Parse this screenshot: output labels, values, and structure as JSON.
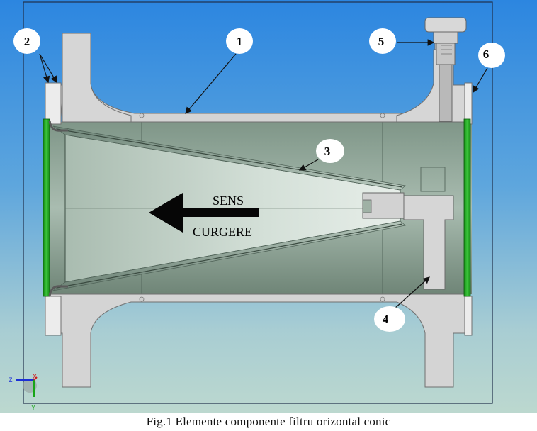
{
  "caption": "Fig.1 Elemente componente filtru orizontal conic",
  "flow_label": {
    "line1": "SENS",
    "line2": "CURGERE"
  },
  "callouts": [
    {
      "id": "callout-1",
      "number": "1"
    },
    {
      "id": "callout-2",
      "number": "2"
    },
    {
      "id": "callout-3",
      "number": "3"
    },
    {
      "id": "callout-4",
      "number": "4"
    },
    {
      "id": "callout-5",
      "number": "5"
    },
    {
      "id": "callout-6",
      "number": "6"
    }
  ],
  "axis_triad": {
    "z": "Z",
    "x": "X",
    "y": "Y"
  },
  "colors": {
    "background_top": "#2f8de4",
    "background_bottom": "#b7d6cf",
    "steel": "#d3d3d3",
    "steel_edge": "#6e6e6e",
    "gasket": "#1fa31f",
    "cone_light": "#c9d8d0",
    "cone_dark": "#6f8578",
    "body_interior": "#8fa598"
  }
}
